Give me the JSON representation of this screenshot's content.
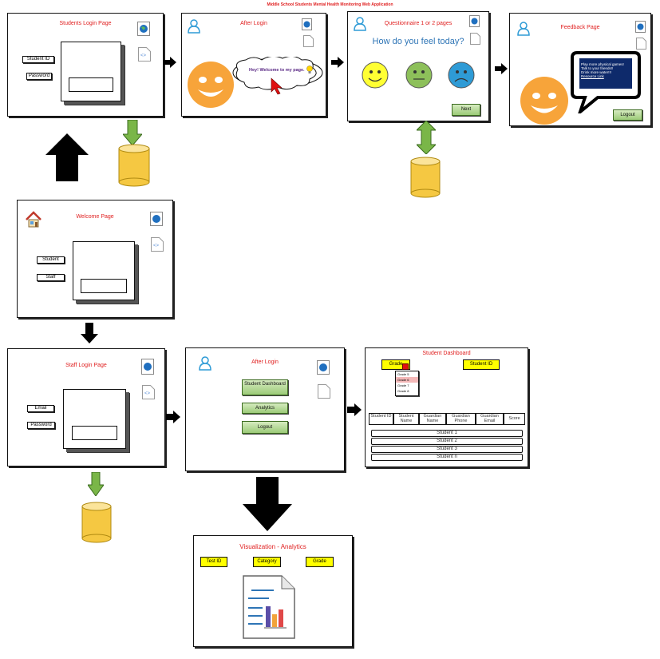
{
  "title": "Middle School Students Mental Health Monitoring Web Application",
  "student_login": {
    "title": "Students Login Page",
    "student_id": "Student ID",
    "password": "Password"
  },
  "after_login_student": {
    "title": "After Login",
    "bubble": "Hey! Welcome to my page."
  },
  "questionnaire": {
    "title": "Questionnaire 1 or 2 pages",
    "question": "How do you feel today?",
    "next": "Next"
  },
  "feedback": {
    "title": "Feedback Page",
    "lines": [
      "Play more physical games!",
      "Talk to your friends!!",
      "Drink more water!!!",
      "Resource Link"
    ],
    "logout": "Logout"
  },
  "welcome": {
    "title": "Welcome Page",
    "student": "Student",
    "staff": "Staff"
  },
  "staff_login": {
    "title": "Staff Login Page",
    "email": "Email",
    "password": "Password"
  },
  "after_login_staff": {
    "title": "After Login",
    "dashboard": "Student Dashboard",
    "analytics": "Analytics",
    "logout": "Logout"
  },
  "dashboard": {
    "title": "Student Dashboard",
    "grade": "Grade",
    "grade_options": [
      "Grade 5",
      "Grade 6",
      "Grade 7",
      "Grade 8"
    ],
    "student_id": "Student ID",
    "columns": [
      "Student ID",
      "Student Name",
      "Guardian Name",
      "Guardian Phone",
      "Guardian Email",
      "Score"
    ],
    "rows": [
      "Student 1",
      "Student 2",
      "Student 3",
      "Student n"
    ]
  },
  "analytics": {
    "title": "Visualization - Analytics",
    "test_id": "Test ID",
    "category": "Category",
    "grade": "Grade"
  },
  "colors": {
    "title_red": "#e02020",
    "highlight_yellow": "#ffff00",
    "arrow_green": "#7ab648",
    "db_fill": "#f5c842",
    "face_blue": "#2e9bd6"
  }
}
